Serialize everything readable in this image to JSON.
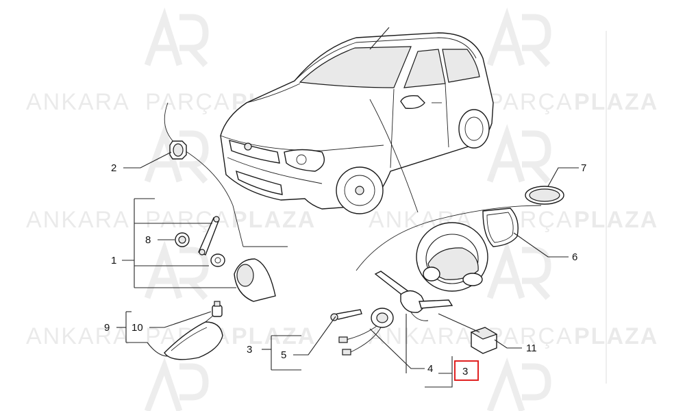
{
  "watermark": {
    "brand_regular_1": "ANKARA",
    "brand_regular_2": "PARÇA",
    "brand_bold": "PLAZA"
  },
  "callouts": {
    "c1": "1",
    "c2": "2",
    "c3a": "3",
    "c3b": "3",
    "c4": "4",
    "c5": "5",
    "c6": "6",
    "c7": "7",
    "c8": "8",
    "c9": "9",
    "c10": "10",
    "c11": "11"
  },
  "highlight": {
    "label": "3",
    "color": "#e02020"
  }
}
